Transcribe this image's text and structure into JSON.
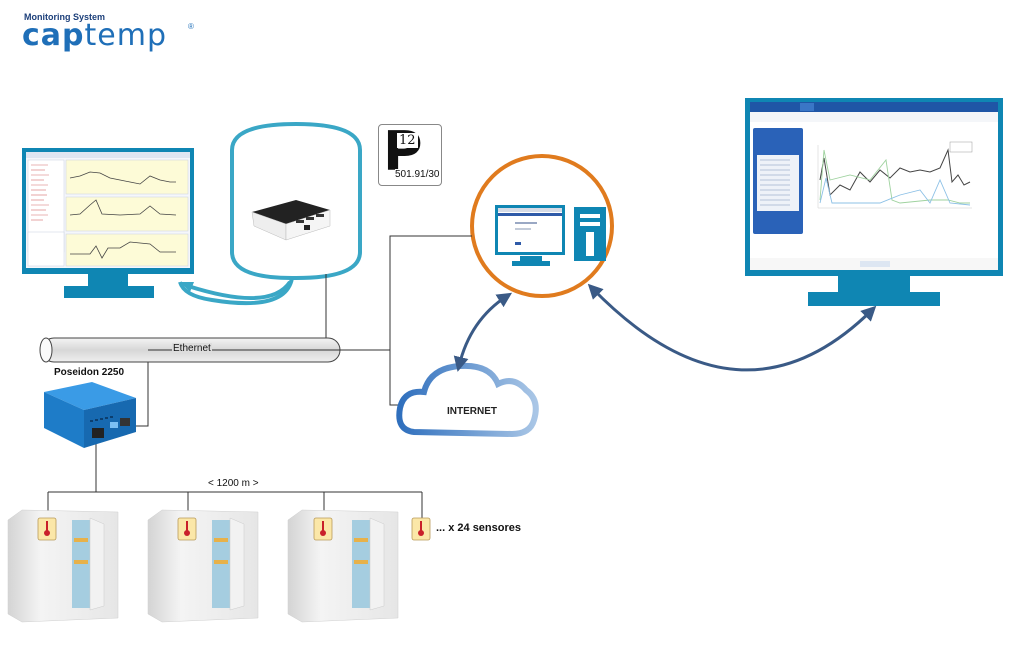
{
  "logo": {
    "subtitle": "Monitoring System",
    "brand_bold": "cap",
    "brand_thin": "temp",
    "registered": "®"
  },
  "certification": {
    "letter": "P",
    "class": "12",
    "code": "501.91/30"
  },
  "network": {
    "ethernet_label": "Ethernet",
    "device_label": "Poseidon 2250",
    "internet_label": "INTERNET",
    "distance_label": "< 1200 m >",
    "sensors_label": "... x  24 sensores"
  },
  "colors": {
    "monitor_blue": "#0f86b3",
    "mini_pc_outline": "#3aa7c6",
    "client_circle": "#e07b1e",
    "arrow_navy": "#3a5a86",
    "cloud_blue": "#3f7ec4",
    "device_blue": "#1e88d8",
    "sensor_red": "#c9202a"
  },
  "components": [
    {
      "name": "Desktop monitoring software",
      "icon": "monitor-icon"
    },
    {
      "name": "Mini PC server",
      "icon": "mini-pc-icon"
    },
    {
      "name": "Client workstation",
      "icon": "workstation-icon"
    },
    {
      "name": "Web dashboard monitor",
      "icon": "monitor-icon"
    },
    {
      "name": "Cold rooms",
      "icon": "cold-room-icon",
      "count": 3
    },
    {
      "name": "Temperature sensors",
      "icon": "thermometer-icon",
      "count": 4
    }
  ]
}
